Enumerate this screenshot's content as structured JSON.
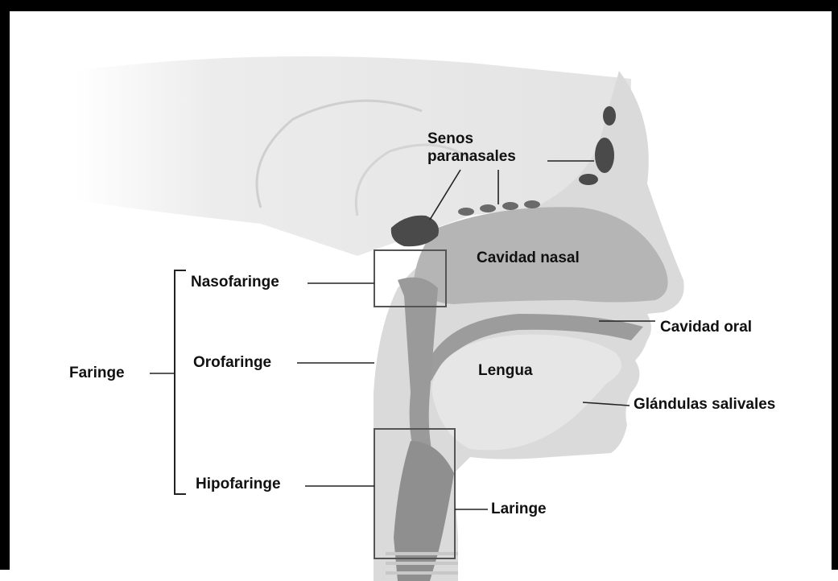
{
  "labels": {
    "senos_line1": "Senos",
    "senos_line2": "paranasales",
    "cavidad_nasal": "Cavidad nasal",
    "nasofaringe": "Nasofaringe",
    "cavidad_oral": "Cavidad oral",
    "faringe": "Faringe",
    "orofaringe": "Orofaringe",
    "lengua": "Lengua",
    "glandulas_salivales": "Glándulas salivales",
    "hipofaringe": "Hipofaringe",
    "laringe": "Laringe"
  },
  "colors": {
    "frame": "#000000",
    "tissue": "#d6d6d6",
    "cavity": "#a9a9a9",
    "dark_structure": "#4a4a4a",
    "leader_line": "#222222"
  }
}
